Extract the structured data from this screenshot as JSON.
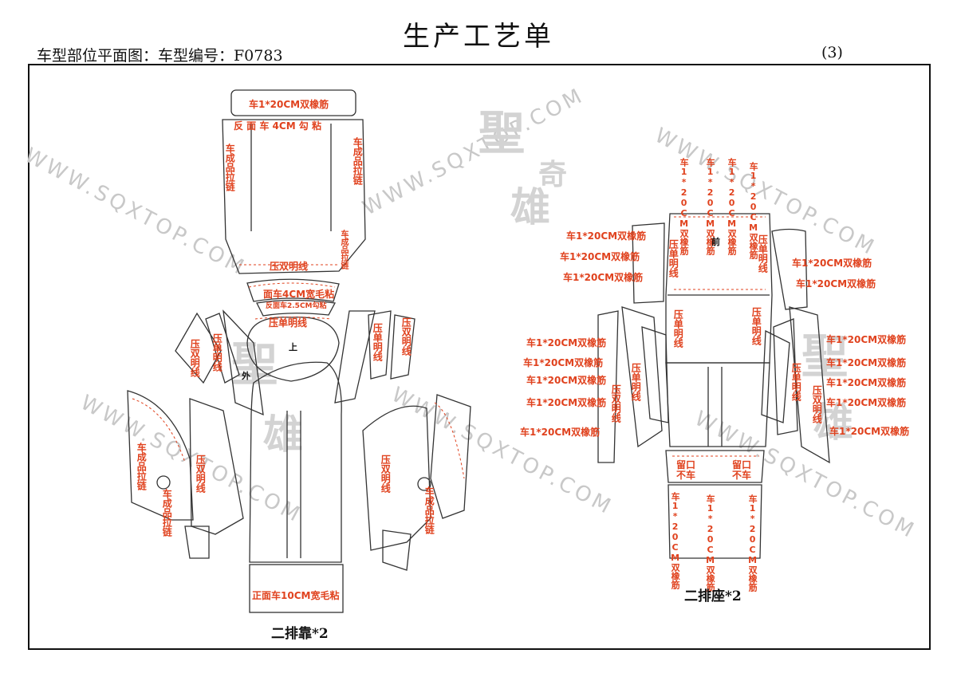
{
  "header": {
    "title": "生产工艺单",
    "subtitle": "车型部位平面图：车型编号：F0783",
    "page": "(3)"
  },
  "watermark": {
    "url": "WWW.SQXTOP.COM",
    "logo_a": "聖",
    "logo_b": "雄",
    "logo_c": "奇"
  },
  "left_panel": {
    "caption": "二排靠*2",
    "top_strip": "车1*20CM双橡筋",
    "top_band": "反 面 车 4CM 勾 粘",
    "zip_left": "车成品拉链",
    "zip_right": "车成品拉链",
    "zip_right_low": "车成品拉链",
    "double_line": "压双明线",
    "flap1": "面车4CM宽毛粘",
    "flap2": "反面车2.5CM勾粘",
    "single_line": "压单明线",
    "mark_up": "上",
    "mark_out": "外",
    "side_l1": "压双明线",
    "side_l2": "压单明线",
    "side_r1": "压单明线",
    "side_r2": "压双明线",
    "wing_l_zip": "车成品拉链",
    "wing_l_zip2": "车成品拉链",
    "wing_l_double": "压双明线",
    "wing_r_double": "压双明线",
    "wing_r_zip": "车成品拉链",
    "bottom": "正面车10CM宽毛粘"
  },
  "right_panel": {
    "caption": "二排座*2",
    "top_cols": [
      "车1*20CM双橡筋",
      "车1*20CM双橡筋",
      "车1*20CM双橡筋",
      "车1*20CM双橡筋"
    ],
    "front": "前",
    "left_rows_top": [
      "车1*20CM双橡筋",
      "车1*20CM双橡筋",
      "车1*20CM双橡筋"
    ],
    "right_rows_top": [
      "车1*20CM双橡筋",
      "车1*20CM双橡筋"
    ],
    "single_l": "压单明线",
    "single_r": "压单明线",
    "single_l2": "压单明线",
    "single_r2": "压单明线",
    "left_rows_mid": [
      "车1*20CM双橡筋",
      "车1*20CM双橡筋",
      "车1*20CM双橡筋",
      "车1*20CM双橡筋",
      "车1*20CM双橡筋"
    ],
    "right_rows_mid": [
      "车1*20CM双橡筋",
      "车1*20CM双橡筋",
      "车1*20CM双橡筋",
      "车1*20CM双橡筋",
      "车1*20CM双橡筋"
    ],
    "single_lm": "压单明线",
    "double_lm": "压双明线",
    "single_rm": "压单明线",
    "double_rm": "压双明线",
    "leave_l": "留口不车",
    "leave_r": "留口不车",
    "bottom_cols": [
      "车1*20CM双橡筋",
      "车1*20CM双橡筋",
      "车1*20CM双橡筋"
    ]
  },
  "colors": {
    "annotation": "#e0421e",
    "outline": "#333333",
    "watermark": "#c8c8c8"
  }
}
